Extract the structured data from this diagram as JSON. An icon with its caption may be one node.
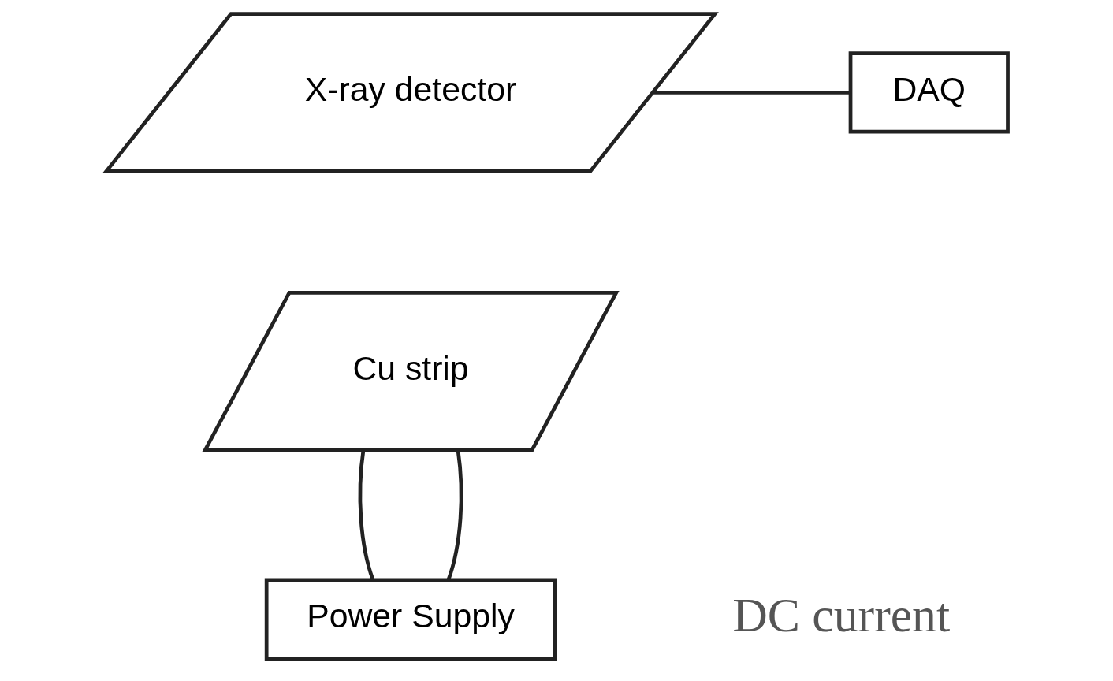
{
  "diagram": {
    "nodes": [
      {
        "text": [
          "X-ray detector"
        ]
      },
      {
        "text": [
          "DAQ"
        ]
      },
      {
        "text": [
          "Cu strip"
        ]
      },
      {
        "text": [
          "Power Supply"
        ]
      }
    ],
    "edges": [
      {
        "from": 0,
        "to": 1,
        "arrow": "none"
      },
      {
        "from": 3,
        "to": 2,
        "arrow": "none"
      },
      {
        "from": 2,
        "to": 3,
        "arrow": "none"
      }
    ],
    "labels": [
      "DC current"
    ]
  }
}
